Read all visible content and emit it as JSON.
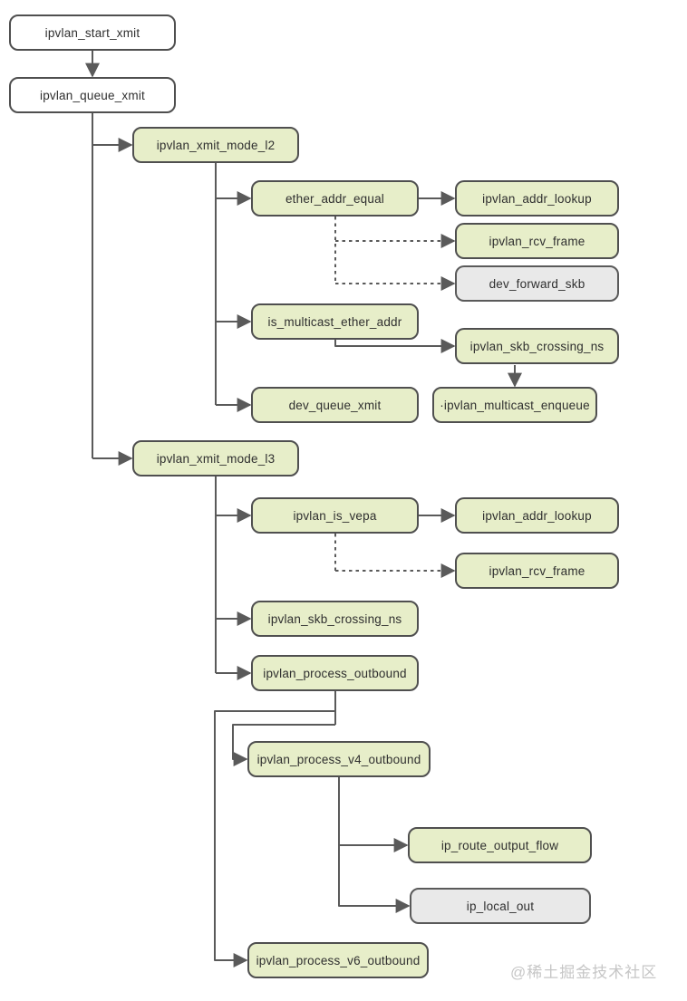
{
  "diagram": {
    "title": "ipvlan xmit call-flow diagram",
    "watermark": "@稀土掘金技术社区",
    "colors": {
      "node_green": "#e7eec9",
      "node_gray": "#e9e9e9",
      "node_white": "#ffffff",
      "border": "#4f4f4f",
      "line": "#5a5a5a",
      "text": "#2f2f2f",
      "watermark": "#c6c6c6"
    },
    "nodes": [
      {
        "id": "ipvlan_start_xmit",
        "label": "ipvlan_start_xmit",
        "type": "white"
      },
      {
        "id": "ipvlan_queue_xmit",
        "label": "ipvlan_queue_xmit",
        "type": "white"
      },
      {
        "id": "ipvlan_xmit_mode_l2",
        "label": "ipvlan_xmit_mode_l2",
        "type": "green"
      },
      {
        "id": "ether_addr_equal",
        "label": "ether_addr_equal",
        "type": "green"
      },
      {
        "id": "ipvlan_addr_lookup",
        "label": "ipvlan_addr_lookup",
        "type": "green"
      },
      {
        "id": "ipvlan_rcv_frame",
        "label": "ipvlan_rcv_frame",
        "type": "green"
      },
      {
        "id": "dev_forward_skb",
        "label": "dev_forward_skb",
        "type": "gray"
      },
      {
        "id": "is_multicast_ether_addr",
        "label": "is_multicast_ether_addr",
        "type": "green"
      },
      {
        "id": "ipvlan_skb_crossing_ns",
        "label": "ipvlan_skb_crossing_ns",
        "type": "green"
      },
      {
        "id": "dev_queue_xmit",
        "label": "dev_queue_xmit",
        "type": "green"
      },
      {
        "id": "ipvlan_multicast_enqueue",
        "label": "·ipvlan_multicast_enqueue",
        "type": "green"
      },
      {
        "id": "ipvlan_xmit_mode_l3",
        "label": "ipvlan_xmit_mode_l3",
        "type": "green"
      },
      {
        "id": "ipvlan_is_vepa",
        "label": "ipvlan_is_vepa",
        "type": "green"
      },
      {
        "id": "ipvlan_addr_lookup_2",
        "label": "ipvlan_addr_lookup",
        "type": "green"
      },
      {
        "id": "ipvlan_rcv_frame_2",
        "label": "ipvlan_rcv_frame",
        "type": "green"
      },
      {
        "id": "ipvlan_skb_crossing_ns_2",
        "label": "ipvlan_skb_crossing_ns",
        "type": "green"
      },
      {
        "id": "ipvlan_process_outbound",
        "label": "ipvlan_process_outbound",
        "type": "green"
      },
      {
        "id": "ipvlan_process_v4_outbound",
        "label": "ipvlan_process_v4_outbound",
        "type": "green"
      },
      {
        "id": "ip_route_output_flow",
        "label": "ip_route_output_flow",
        "type": "green"
      },
      {
        "id": "ip_local_out",
        "label": "ip_local_out",
        "type": "gray"
      },
      {
        "id": "ipvlan_process_v6_outbound",
        "label": "ipvlan_process_v6_outbound",
        "type": "green"
      }
    ]
  }
}
